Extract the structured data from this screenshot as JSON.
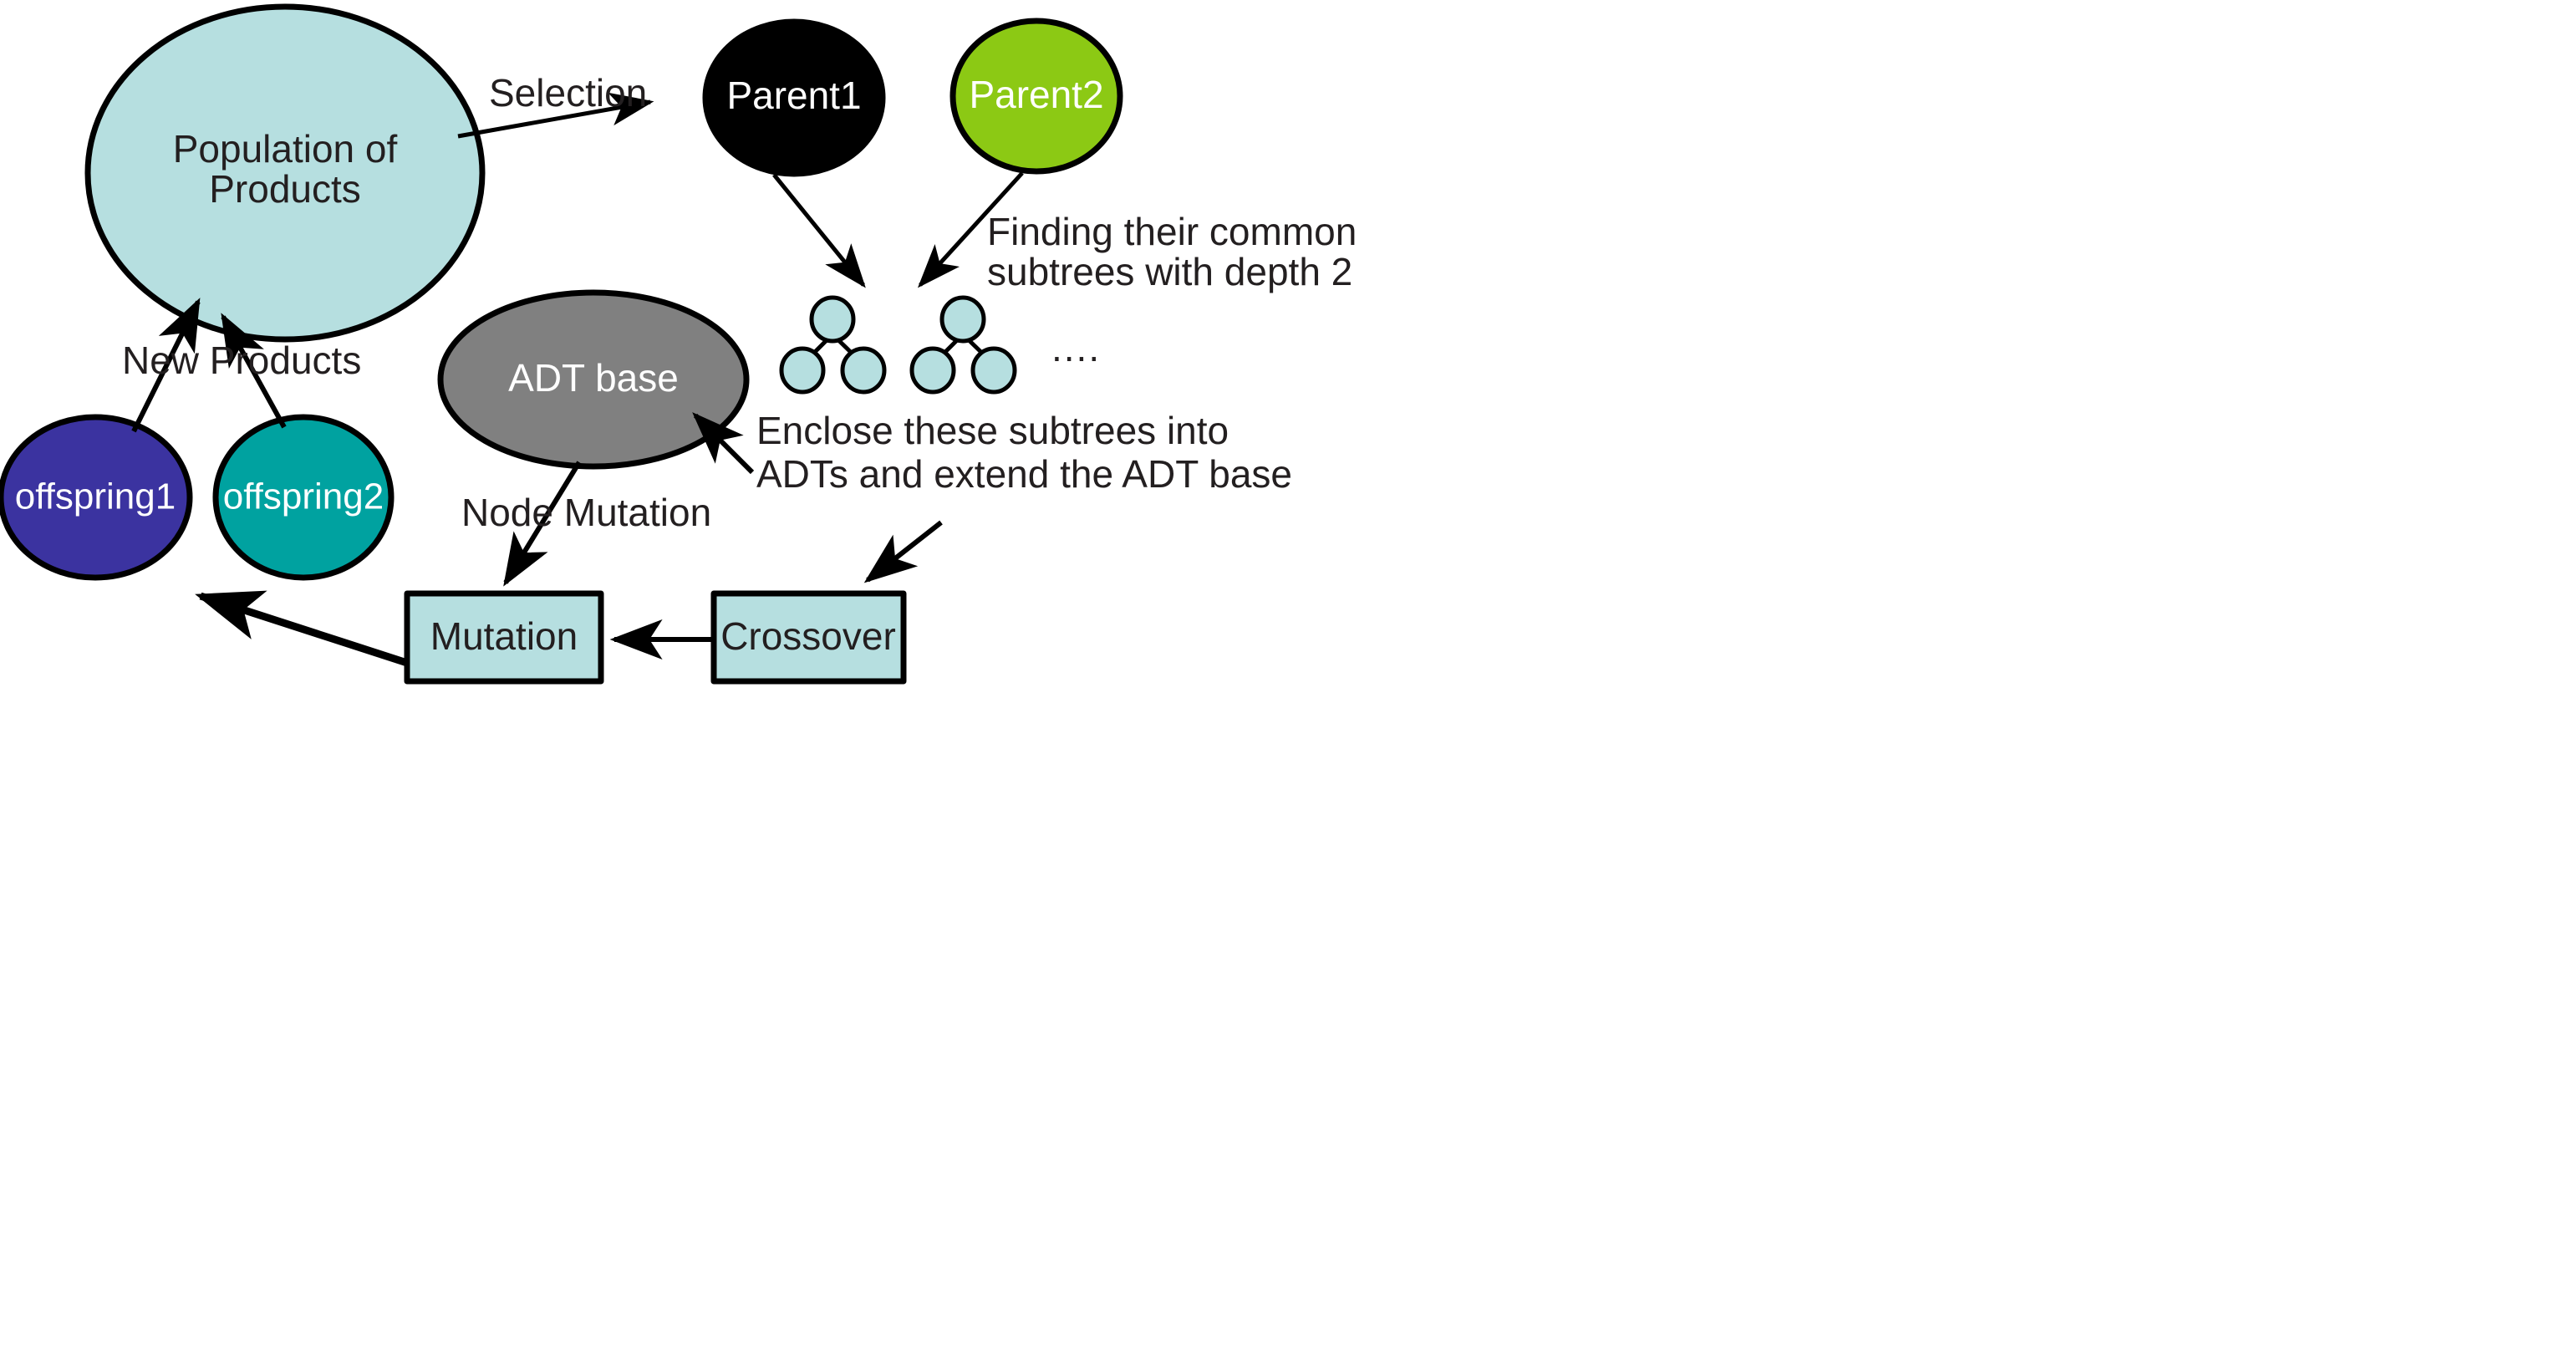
{
  "diagram": {
    "title": "Genetic Programming with ADT evolution cycle",
    "background_color": "#ffffff",
    "nodes": {
      "population": {
        "label_line1": "Population of",
        "label_line2": "Products",
        "shape": "ellipse",
        "fill": "#b6dfe0",
        "stroke": "#000000",
        "text_color": "#231f20"
      },
      "parent1": {
        "label": "Parent1",
        "shape": "ellipse",
        "fill": "#000000",
        "stroke": "#000000",
        "text_color": "#ffffff"
      },
      "parent2": {
        "label": "Parent2",
        "shape": "ellipse",
        "fill": "#8cc914",
        "stroke": "#000000",
        "text_color": "#ffffff"
      },
      "offspring1": {
        "label": "offspring1",
        "shape": "ellipse",
        "fill": "#3b33a0",
        "stroke": "#000000",
        "text_color": "#ffffff"
      },
      "offspring2": {
        "label": "offspring2",
        "shape": "ellipse",
        "fill": "#00a2a0",
        "stroke": "#000000",
        "text_color": "#ffffff"
      },
      "adt_base": {
        "label": "ADT base",
        "shape": "ellipse",
        "fill": "#808080",
        "stroke": "#000000",
        "text_color": "#ffffff"
      },
      "mutation": {
        "label": "Mutation",
        "shape": "rectangle",
        "fill": "#b6dfe0",
        "stroke": "#000000",
        "text_color": "#231f20"
      },
      "crossover": {
        "label": "Crossover",
        "shape": "rectangle",
        "fill": "#b6dfe0",
        "stroke": "#000000",
        "text_color": "#231f20"
      }
    },
    "edge_labels": {
      "selection": "Selection",
      "new_products": "New Products",
      "node_mutation": "Node Mutation",
      "finding_subtrees_line1": "Finding their common",
      "finding_subtrees_line2": "subtrees with depth 2",
      "enclose_line1": "Enclose these subtrees into",
      "enclose_line2": "ADTs and extend the ADT base"
    },
    "subtrees": {
      "node_fill": "#b6dfe0",
      "node_stroke": "#000000",
      "ellipsis": "....",
      "trees": [
        {
          "root": "",
          "children": [
            "",
            ""
          ]
        },
        {
          "root": "",
          "children": [
            "",
            ""
          ]
        }
      ]
    }
  }
}
